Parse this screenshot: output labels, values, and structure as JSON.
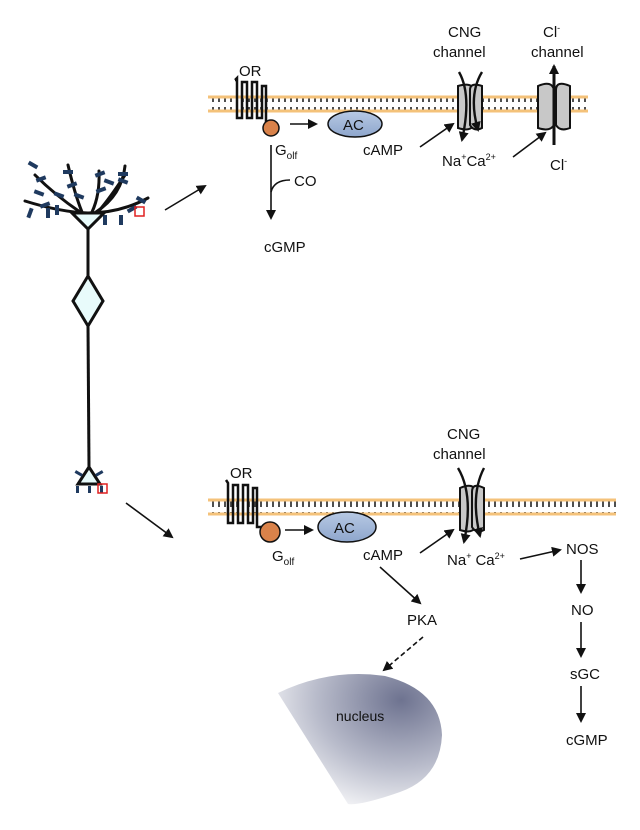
{
  "figure": {
    "neuron": {
      "label": "olfactory sensory neuron",
      "dendrite_color": "#1f3a5f",
      "soma_fill": "#e8fbfb",
      "highlight_color": "#e02020"
    },
    "cilia_panel": {
      "receptor": "OR",
      "g_protein": "G",
      "g_protein_sub": "olf",
      "enzyme": "AC",
      "second_messenger": "cAMP",
      "cng_channel_line1": "CNG",
      "cng_channel_line2": "channel",
      "cl_channel_line1": "Cl",
      "cl_channel_sup": "-",
      "cl_channel_line2": "channel",
      "ion_na": "Na",
      "ion_na_sup": "+",
      "ion_ca": "Ca",
      "ion_ca_sup": "2+",
      "ion_cl": "Cl",
      "ion_cl_sup": "-",
      "co_label": "CO",
      "cgmp_label": "cGMP"
    },
    "terminal_panel": {
      "receptor": "OR",
      "g_protein": "G",
      "g_protein_sub": "olf",
      "enzyme": "AC",
      "second_messenger": "cAMP",
      "cng_channel_line1": "CNG",
      "cng_channel_line2": "channel",
      "ion_na": "Na",
      "ion_na_sup": "+",
      "ion_ca": "Ca",
      "ion_ca_sup": "2+",
      "nos": "NOS",
      "no": "NO",
      "sgc": "sGC",
      "cgmp": "cGMP",
      "pka": "PKA",
      "nucleus": "nucleus"
    },
    "colors": {
      "membrane_head": "#f4c27a",
      "membrane_tail": "#222222",
      "ac_fill": "#9fb5d6",
      "golf_fill": "#d9824a",
      "channel_fill": "#c8c8c8",
      "nucleus_dark": "#7a7f95"
    }
  }
}
